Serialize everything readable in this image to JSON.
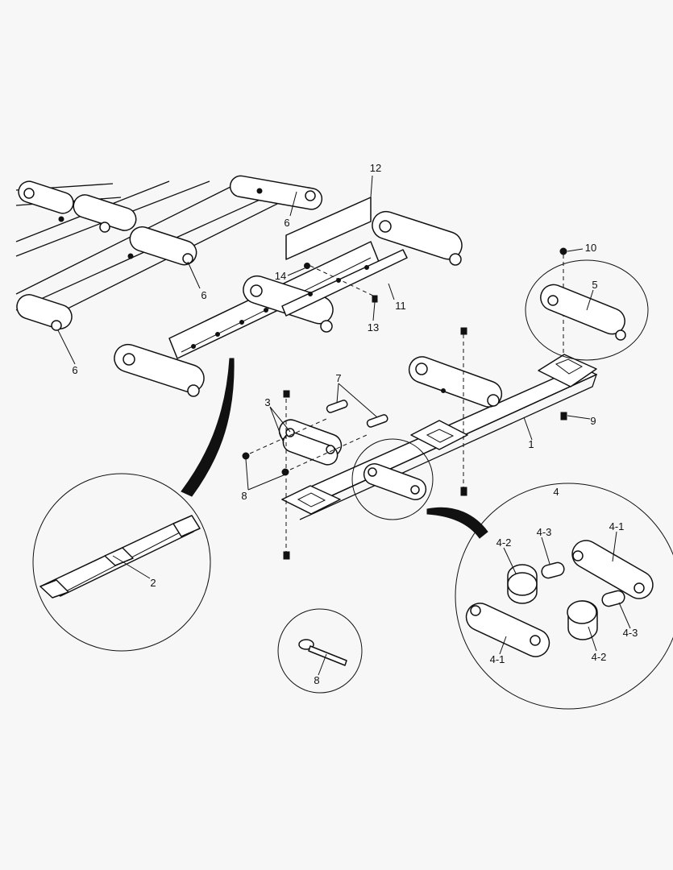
{
  "callouts": {
    "frame": "1",
    "frame_detail": "2",
    "bracket": "3",
    "link_assembly": "4",
    "link_plate_a": "4-1",
    "link_plate_b": "4-1",
    "roller_a": "4-2",
    "roller_b": "4-2",
    "bushing_a": "4-3",
    "bushing_b": "4-3",
    "link_top": "5",
    "chain_upper": "6",
    "chain_middle": "6",
    "chain_left": "6",
    "pin": "7",
    "cotter_pin": "8",
    "cotter_pin_detail": "8",
    "bolt_right": "9",
    "nut_top": "10",
    "slat": "11",
    "scraper": "12",
    "bolt_slat": "13",
    "nut_slat": "14"
  }
}
